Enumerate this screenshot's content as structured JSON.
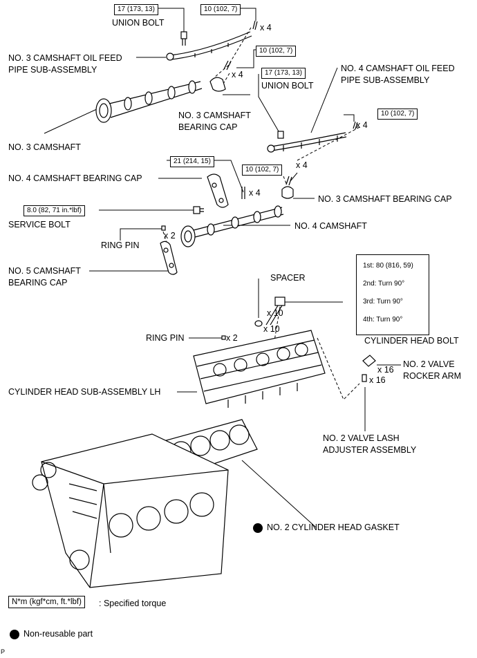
{
  "labels": {
    "union_bolt_1": "UNION BOLT",
    "no3_oil_feed_1": "NO. 3 CAMSHAFT OIL FEED",
    "no3_oil_feed_2": "PIPE SUB-ASSEMBLY",
    "union_bolt_2": "UNION BOLT",
    "no4_oil_feed_1": "NO. 4 CAMSHAFT OIL FEED",
    "no4_oil_feed_2": "PIPE SUB-ASSEMBLY",
    "no3_bearing_cap_a_1": "NO. 3 CAMSHAFT",
    "no3_bearing_cap_a_2": "BEARING CAP",
    "no3_camshaft": "NO. 3 CAMSHAFT",
    "no4_bearing_cap": "NO. 4 CAMSHAFT BEARING CAP",
    "no3_bearing_cap_b": "NO. 3 CAMSHAFT BEARING CAP",
    "service_bolt": "SERVICE BOLT",
    "no4_camshaft": "NO. 4 CAMSHAFT",
    "ring_pin_1": "RING PIN",
    "no5_bearing_cap_1": "NO. 5 CAMSHAFT",
    "no5_bearing_cap_2": "BEARING CAP",
    "spacer": "SPACER",
    "cylinder_head_bolt": "CYLINDER HEAD BOLT",
    "ring_pin_2": "RING PIN",
    "no2_rocker_1": "NO. 2 VALVE",
    "no2_rocker_2": "ROCKER ARM",
    "cyl_head_sub": "CYLINDER HEAD SUB-ASSEMBLY LH",
    "lash_adj_1": "NO. 2 VALVE LASH",
    "lash_adj_2": "ADJUSTER ASSEMBLY",
    "head_gasket": "NO. 2 CYLINDER HEAD GASKET"
  },
  "torques": {
    "union_bolt_1": "17 (173, 13)",
    "oil_pipe_bolt_1": "10 (102, 7)",
    "cap_bolt_a": "10 (102, 7)",
    "union_bolt_2": "17 (173, 13)",
    "oil_pipe_bolt_2": "10 (102, 7)",
    "cap_bolt_no4": "21 (214, 15)",
    "cap_bolt_b": "10 (102, 7)",
    "service_bolt": "8.0 (82, 71 in.*lbf)"
  },
  "quantities": {
    "oil_pipe_bolt_1": "x 4",
    "cap_bolt_a": "x 4",
    "oil_pipe_bolt_2": "x 4",
    "cap_bolt_b": "x 4",
    "cap_bolt_no4": "x 4",
    "ring_pin_1": "x 2",
    "head_bolt": "x 10",
    "spacer": "x 10",
    "ring_pin_2": "x 2",
    "rocker_arm": "x 16",
    "lash_adjuster": "x 16"
  },
  "head_bolt_sequence": [
    "1st: 80 (816, 59)",
    "2nd: Turn 90°",
    "3rd: Turn 90°",
    "4th: Turn 90°"
  ],
  "legend": {
    "torque_unit": "N*m (kgf*cm, ft.*lbf)",
    "torque_text": ": Specified torque",
    "nonreusable_text": "Non-reusable part"
  },
  "corner_mark": "P"
}
